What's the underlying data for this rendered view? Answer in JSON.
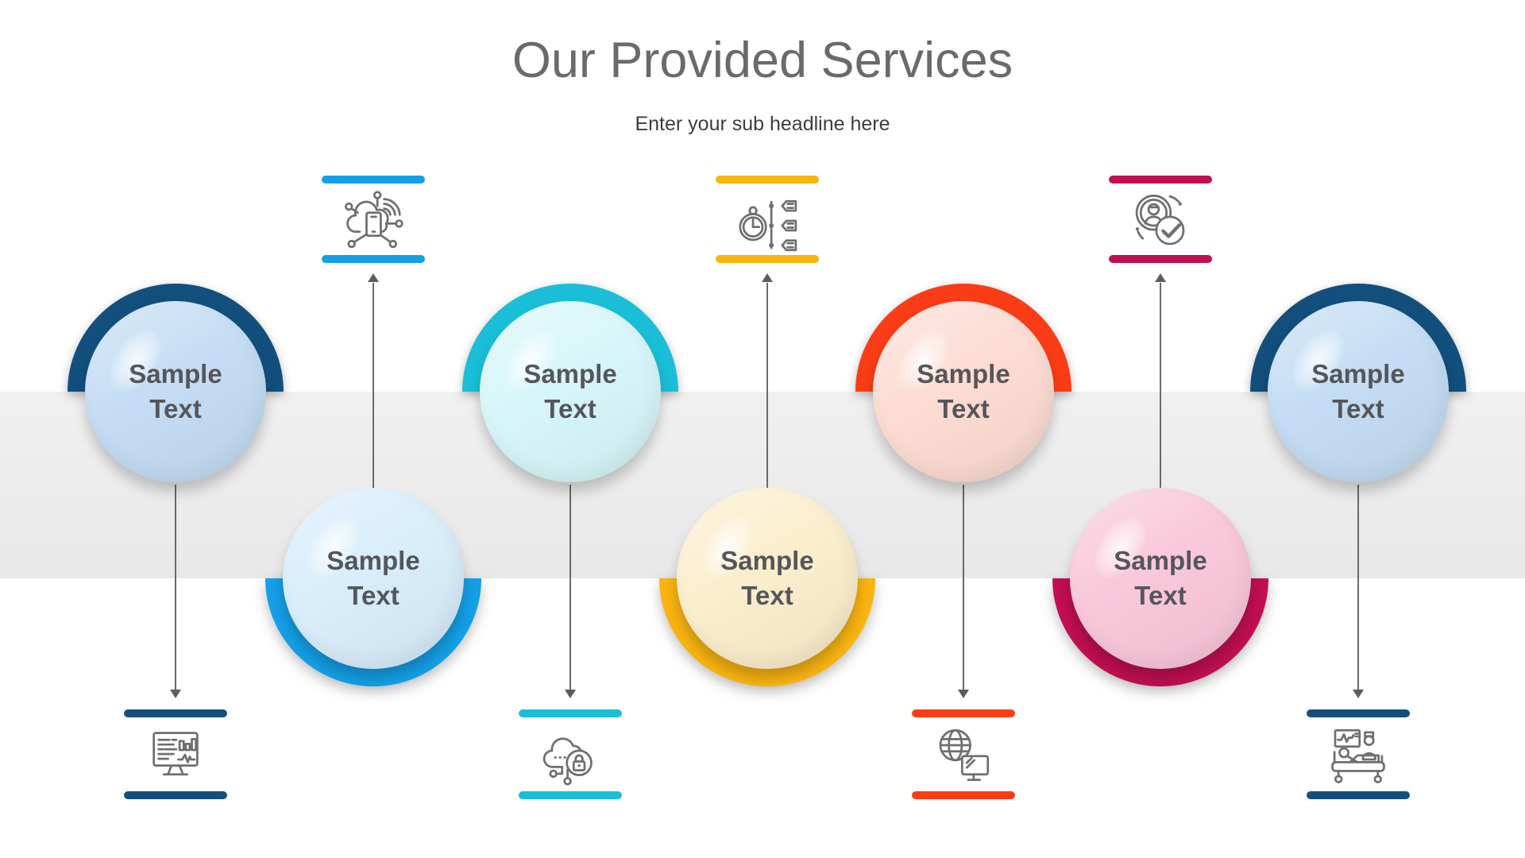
{
  "page": {
    "background": "#ffffff",
    "band_color_top": "#f0f0f0",
    "band_color_bottom": "#e8e8e8"
  },
  "header": {
    "title": "Our Provided Services",
    "subtitle": "Enter your sub headline here"
  },
  "arrow_color": "#6a6a6a",
  "icon_stroke_color": "#6f6f6f",
  "label_text_color": "#55565a",
  "services": [
    {
      "label_line1": "Sample",
      "label_line2": "Text",
      "position": "top",
      "ring_color": "#134f7d",
      "fill_color": "#c4ddf4",
      "icon": "monitor-analytics-icon"
    },
    {
      "label_line1": "Sample",
      "label_line2": "Text",
      "position": "bottom",
      "ring_color": "#149fe6",
      "fill_color": "#d9edfb",
      "icon": "cloud-mobile-network-icon"
    },
    {
      "label_line1": "Sample",
      "label_line2": "Text",
      "position": "top",
      "ring_color": "#1abfd7",
      "fill_color": "#d7f6f9",
      "icon": "cloud-security-icon"
    },
    {
      "label_line1": "Sample",
      "label_line2": "Text",
      "position": "bottom",
      "ring_color": "#f8b410",
      "fill_color": "#fbeecd",
      "icon": "time-management-icon"
    },
    {
      "label_line1": "Sample",
      "label_line2": "Text",
      "position": "top",
      "ring_color": "#fa3d16",
      "fill_color": "#fcdcd3",
      "icon": "global-network-icon"
    },
    {
      "label_line1": "Sample",
      "label_line2": "Text",
      "position": "bottom",
      "ring_color": "#c00f52",
      "fill_color": "#f9c8da",
      "icon": "user-verified-icon"
    },
    {
      "label_line1": "Sample",
      "label_line2": "Text",
      "position": "top",
      "ring_color": "#134f7d",
      "fill_color": "#c4ddf4",
      "icon": "patient-care-icon"
    }
  ]
}
